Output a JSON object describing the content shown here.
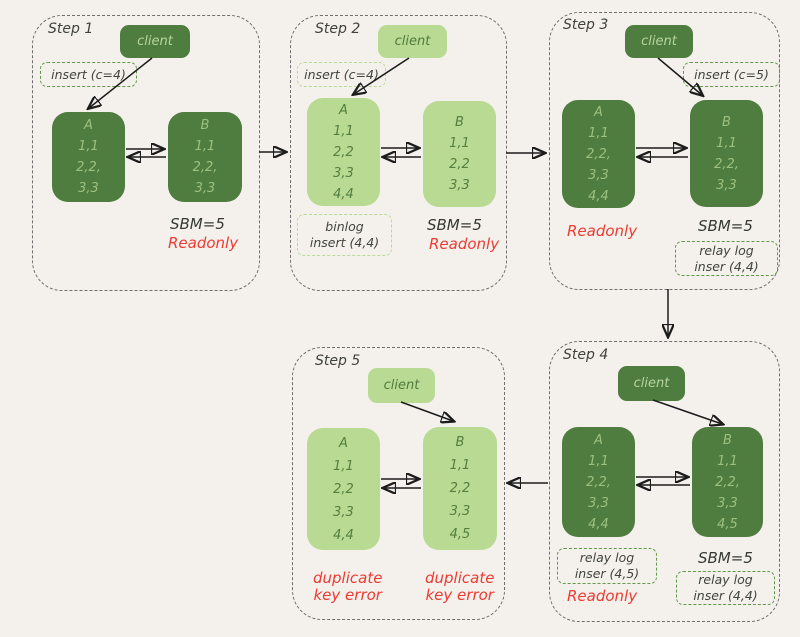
{
  "colors": {
    "background": "#f4f1ec",
    "dark_green_fill": "#4f7d3f",
    "light_green_fill": "#b8da92",
    "dark_node_text": "#9cc07e",
    "light_node_text": "#567e40",
    "error_red": "#ec3b32",
    "note_border_green": "#61994a",
    "container_border": "#6f6f6f",
    "arrow": "#1c1c1c"
  },
  "steps": [
    {
      "label": "Step 1",
      "client": "client",
      "insert_note": "insert (c=4)",
      "node_a": {
        "title": "A",
        "rows": [
          "1,1",
          "2,2,",
          "3,3"
        ]
      },
      "node_b": {
        "title": "B",
        "rows": [
          "1,1",
          "2,2,",
          "3,3"
        ]
      },
      "sbm": "SBM=5",
      "readonly": "Readonly"
    },
    {
      "label": "Step 2",
      "client": "client",
      "insert_note": "insert (c=4)",
      "node_a": {
        "title": "A",
        "rows": [
          "1,1",
          "2,2",
          "3,3",
          "4,4"
        ]
      },
      "node_b": {
        "title": "B",
        "rows": [
          "1,1",
          "2,2",
          "3,3"
        ]
      },
      "binlog_note": [
        "binlog",
        "insert (4,4)"
      ],
      "sbm": "SBM=5",
      "readonly": "Readonly"
    },
    {
      "label": "Step 3",
      "client": "client",
      "insert_note": "insert (c=5)",
      "node_a": {
        "title": "A",
        "rows": [
          "1,1",
          "2,2,",
          "3,3",
          "4,4"
        ]
      },
      "node_b": {
        "title": "B",
        "rows": [
          "1,1",
          "2,2,",
          "3,3"
        ]
      },
      "readonly": "Readonly",
      "sbm": "SBM=5",
      "relay_note": [
        "relay log",
        "inser (4,4)"
      ]
    },
    {
      "label": "Step 4",
      "client": "client",
      "node_a": {
        "title": "A",
        "rows": [
          "1,1",
          "2,2,",
          "3,3",
          "4,4"
        ]
      },
      "node_b": {
        "title": "B",
        "rows": [
          "1,1",
          "2,2,",
          "3,3",
          "4,5"
        ]
      },
      "relay_note_a": [
        "relay log",
        "inser (4,5)"
      ],
      "sbm": "SBM=5",
      "relay_note_b": [
        "relay log",
        "inser (4,4)"
      ],
      "readonly": "Readonly"
    },
    {
      "label": "Step 5",
      "client": "client",
      "node_a": {
        "title": "A",
        "rows": [
          "1,1",
          "2,2",
          "3,3",
          "4,4"
        ]
      },
      "node_b": {
        "title": "B",
        "rows": [
          "1,1",
          "2,2",
          "3,3",
          "4,5"
        ]
      },
      "error_a": [
        "duplicate",
        "key error"
      ],
      "error_b": [
        "duplicate",
        "key error"
      ]
    }
  ]
}
